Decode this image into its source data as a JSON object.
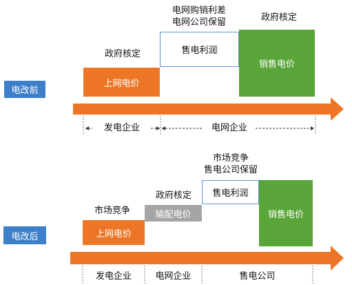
{
  "colors": {
    "orange": "#ed7626",
    "green": "#5aa53a",
    "blue": "#3d7fc8",
    "gray": "#a5a5a5",
    "outline": "#5b95d3"
  },
  "top": {
    "tag": "电改前",
    "label_gov_left": "政府核定",
    "label_margin_line1": "电网购销利差",
    "label_margin_line2": "电网公司保留",
    "label_gov_right": "政府核定",
    "box_grid_price": "上网电价",
    "box_profit": "售电利润",
    "box_retail_price": "销售电价",
    "seg_generation": "发电企业",
    "seg_grid": "电网企业"
  },
  "bottom": {
    "tag": "电改后",
    "label_market_left": "市场竞争",
    "label_gov_mid": "政府核定",
    "label_market_right_line1": "市场竞争",
    "label_market_right_line2": "售电公司保留",
    "box_grid_price": "上网电价",
    "box_transmission": "输配电价",
    "box_profit": "售电利润",
    "box_retail_price": "销售电价",
    "seg_generation": "发电企业",
    "seg_grid": "电网企业",
    "seg_retail": "售电公司"
  }
}
